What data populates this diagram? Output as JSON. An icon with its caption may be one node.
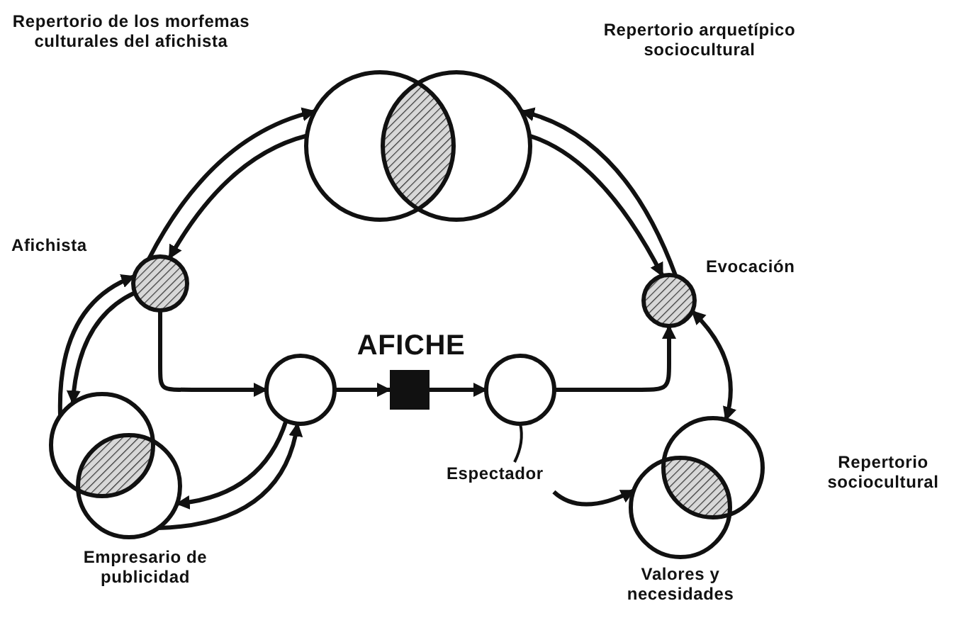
{
  "diagram": {
    "nodes": [
      {
        "text": [
          "Repertorio de los morfemas culturales del afichista"
        ]
      },
      {
        "text": [
          "Repertorio arquetípico sociocultural"
        ]
      },
      {
        "text": [
          "Afichista"
        ]
      },
      {
        "text": [
          "Evocación"
        ]
      },
      {
        "text": [],
        "shape": "circle"
      },
      {
        "text": [
          "AFICHE"
        ]
      },
      {
        "text": [
          "Espectador"
        ]
      },
      {
        "text": [
          "Empresario de publicidad"
        ]
      },
      {
        "text": [
          "Repertorio sociocultural"
        ]
      },
      {
        "text": [
          "Valores y necesidades"
        ]
      }
    ],
    "edges": [
      {
        "from": 2,
        "to": 0,
        "arrow": "to"
      },
      {
        "from": 0,
        "to": 2,
        "arrow": "to"
      },
      {
        "from": 3,
        "to": 1,
        "arrow": "to"
      },
      {
        "from": 1,
        "to": 3,
        "arrow": "to"
      },
      {
        "from": 7,
        "to": 2,
        "arrow": "to"
      },
      {
        "from": 2,
        "to": 7,
        "arrow": "to"
      },
      {
        "from": 7,
        "to": 4,
        "arrow": "to"
      },
      {
        "from": 4,
        "to": 7,
        "arrow": "to"
      },
      {
        "from": 2,
        "to": 4,
        "arrow": "to"
      },
      {
        "from": 4,
        "to": 5,
        "arrow": "to"
      },
      {
        "from": 5,
        "to": 6,
        "arrow": "to"
      },
      {
        "from": 6,
        "to": 3,
        "arrow": "to"
      },
      {
        "from": 3,
        "to": 8,
        "arrow": "both"
      },
      {
        "from": 6,
        "to": 9,
        "arrow": "to"
      }
    ]
  }
}
